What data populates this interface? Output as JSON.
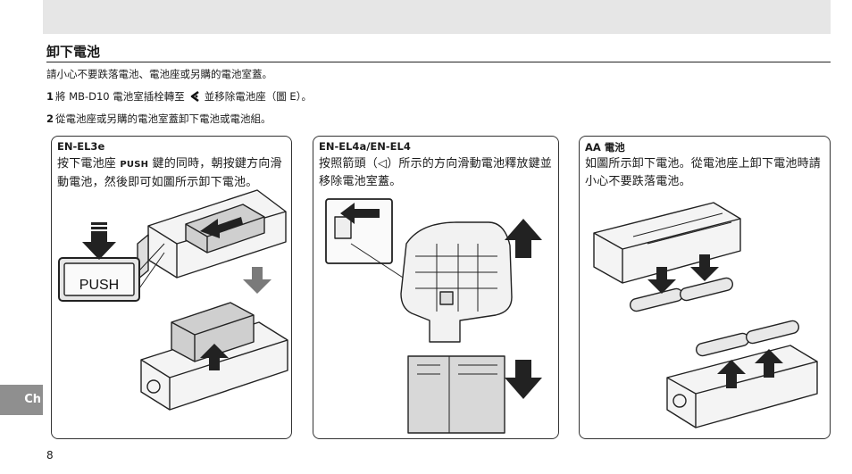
{
  "section_title": "卸下電池",
  "intro": "請小心不要跌落電池、電池座或另購的電池室蓋。",
  "steps": [
    {
      "num": "1",
      "before": "將 MB-D10 電池室插栓轉至",
      "after": "並移除電池座（圖 E）。"
    },
    {
      "num": "2",
      "text": "從電池座或另購的電池室蓋卸下電池或電池組。"
    }
  ],
  "panels": [
    {
      "title": "EN-EL3e",
      "text_before": "按下電池座 ",
      "text_bold": "PUSH",
      "text_after": " 鍵的同時，朝按鍵方向滑動電池，然後即可如圖所示卸下電池。",
      "push_label": "PUSH"
    },
    {
      "title": "EN-EL4a/EN-EL4",
      "text": "按照箭頭（◁）所示的方向滑動電池釋放鍵並移除電池室蓋。"
    },
    {
      "title": "AA 電池",
      "text": "如圖所示卸下電池。從電池座上卸下電池時請小心不要跌落電池。"
    }
  ],
  "side_tab": "Ch",
  "page_number": "8",
  "colors": {
    "band": "#e6e6e6",
    "tab": "#8f8f8f",
    "arrow": "#222222",
    "arrow_gray": "#7a7a7a"
  },
  "icons": {
    "latch": "latch-turn-icon"
  }
}
